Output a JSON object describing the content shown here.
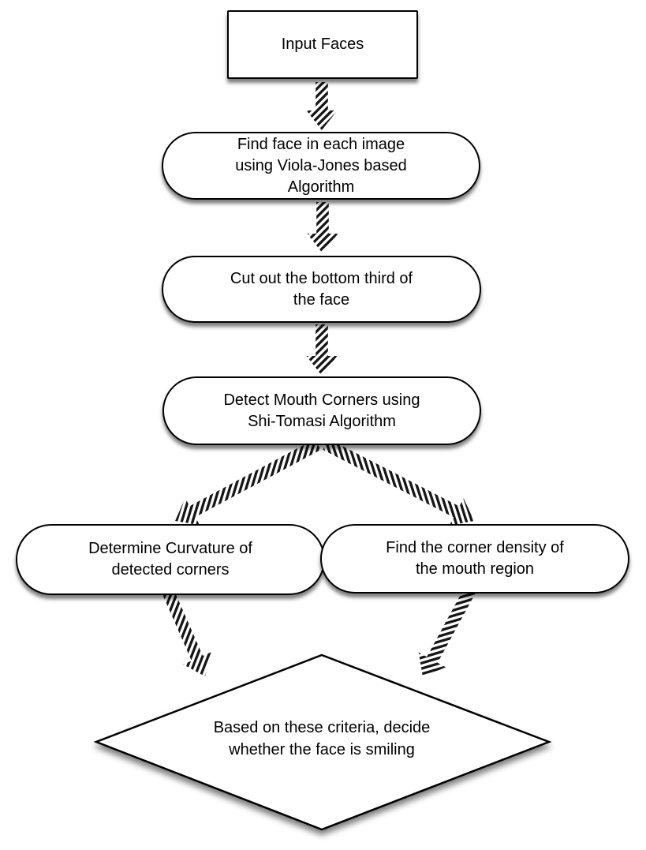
{
  "nodes": {
    "input": {
      "shape": "rectangle",
      "lines": [
        "Input Faces"
      ]
    },
    "find_face": {
      "shape": "rounded",
      "lines": [
        "Find face in each image",
        "using Viola-Jones based",
        "Algorithm"
      ]
    },
    "cut_bottom": {
      "shape": "rounded",
      "lines": [
        "Cut out the bottom third of",
        "the face"
      ]
    },
    "detect_mouth": {
      "shape": "rounded",
      "lines": [
        "Detect Mouth Corners using",
        "Shi-Tomasi Algorithm"
      ]
    },
    "curvature": {
      "shape": "rounded",
      "lines": [
        "Determine Curvature of",
        "detected corners"
      ]
    },
    "density": {
      "shape": "rounded",
      "lines": [
        "Find the corner density of",
        "the mouth region"
      ]
    },
    "decide": {
      "shape": "diamond",
      "lines": [
        "Based on these criteria, decide",
        "whether the face is smiling"
      ]
    }
  },
  "edges": [
    {
      "id": "input-to-findface",
      "from": "input",
      "to": "find_face",
      "style": "striped-arrow"
    },
    {
      "id": "findface-to-cut",
      "from": "find_face",
      "to": "cut_bottom",
      "style": "striped-arrow"
    },
    {
      "id": "cut-to-detect",
      "from": "cut_bottom",
      "to": "detect_mouth",
      "style": "striped-arrow"
    },
    {
      "id": "detect-to-curvature",
      "from": "detect_mouth",
      "to": "curvature",
      "style": "striped-arrow"
    },
    {
      "id": "detect-to-density",
      "from": "detect_mouth",
      "to": "density",
      "style": "striped-arrow"
    },
    {
      "id": "curvature-to-decide",
      "from": "curvature",
      "to": "decide",
      "style": "striped-arrow"
    },
    {
      "id": "density-to-decide",
      "from": "density",
      "to": "decide",
      "style": "striped-arrow"
    }
  ],
  "colors": {
    "background": "#ffffff",
    "shape_fill": "#ffffff",
    "outline": "#000000",
    "text": "#000000",
    "arrow_stripe": "#161616"
  }
}
